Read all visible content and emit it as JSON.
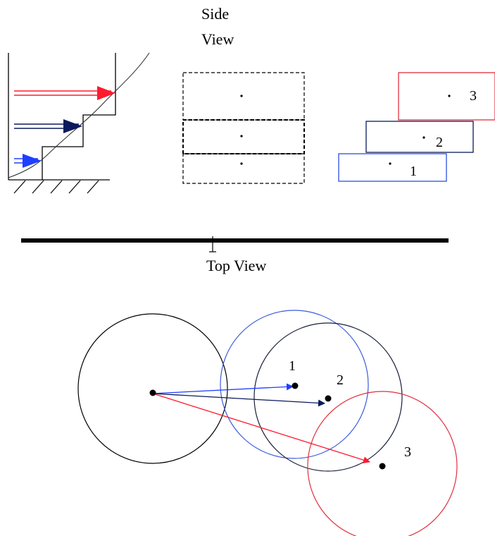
{
  "side_view": {
    "title_line1": "Side",
    "title_line2": "View",
    "colors": {
      "level_1": "#1f3fff",
      "level_2": "#0b1a5c",
      "level_3": "#ff1a2e"
    },
    "stacked_labels": [
      "1",
      "2",
      "3"
    ]
  },
  "top_view": {
    "title": "Top View",
    "point_labels": [
      "1",
      "2",
      "3"
    ],
    "colors": {
      "base": "#000000",
      "point_1": "#1f3fff",
      "point_2": "#0b1a5c",
      "point_3": "#ff1a2e"
    }
  },
  "icons": [
    "hatch-ground-icon",
    "arrow-icon",
    "dot-icon"
  ]
}
